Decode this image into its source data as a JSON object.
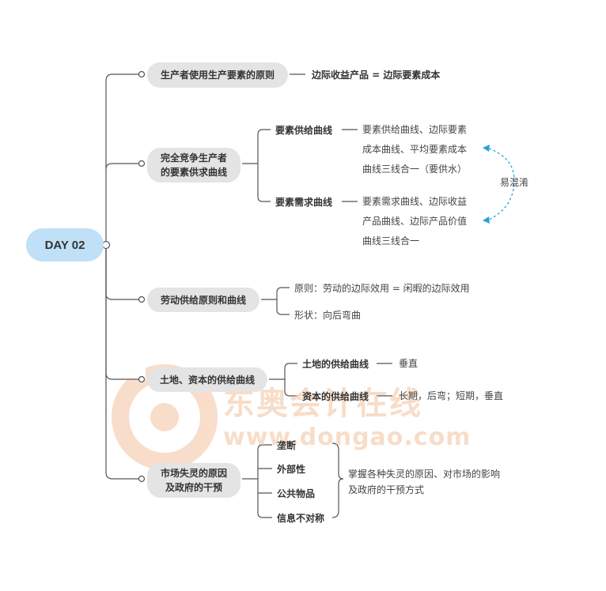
{
  "root": {
    "label": "DAY 02"
  },
  "branches": [
    {
      "lines": [
        "生产者使用生产要素的原则"
      ],
      "result": "边际收益产品 = 边际要素成本"
    },
    {
      "lines": [
        "完全竞争生产者",
        "的要素供求曲线"
      ],
      "children": [
        {
          "label": "要素供给曲线",
          "desc": [
            "要素供给曲线、边际要素",
            "成本曲线、平均要素成本",
            "曲线三线合一（要供水）"
          ]
        },
        {
          "label": "要素需求曲线",
          "desc": [
            "要素需求曲线、边际收益",
            "产品曲线、边际产品价值",
            "曲线三线合一"
          ]
        }
      ],
      "confusable_note": "易混淆"
    },
    {
      "lines": [
        "劳动供给原则和曲线"
      ],
      "children": [
        {
          "label": "原则：劳动的边际效用 = 闲暇的边际效用"
        },
        {
          "label": "形状：向后弯曲"
        }
      ]
    },
    {
      "lines": [
        "土地、资本的供给曲线"
      ],
      "children": [
        {
          "label": "土地的供给曲线",
          "desc": "垂直"
        },
        {
          "label": "资本的供给曲线",
          "desc": "长期，后弯；短期，垂直"
        }
      ]
    },
    {
      "lines": [
        "市场失灵的原因",
        "及政府的干预"
      ],
      "children": [
        {
          "label": "垄断"
        },
        {
          "label": "外部性"
        },
        {
          "label": "公共物品"
        },
        {
          "label": "信息不对称"
        }
      ],
      "summary": [
        "掌握各种失灵的原因、对市场的影响",
        "及政府的干预方式"
      ]
    }
  ],
  "watermark": {
    "text": "东奥会计在线",
    "url": "www.dongao.com"
  },
  "colors": {
    "root_fill": "#bfe0f7",
    "pill_fill": "#e4e4e4",
    "line": "#555555",
    "arrow": "#29a3d9",
    "watermark": "#f3c7a6"
  }
}
